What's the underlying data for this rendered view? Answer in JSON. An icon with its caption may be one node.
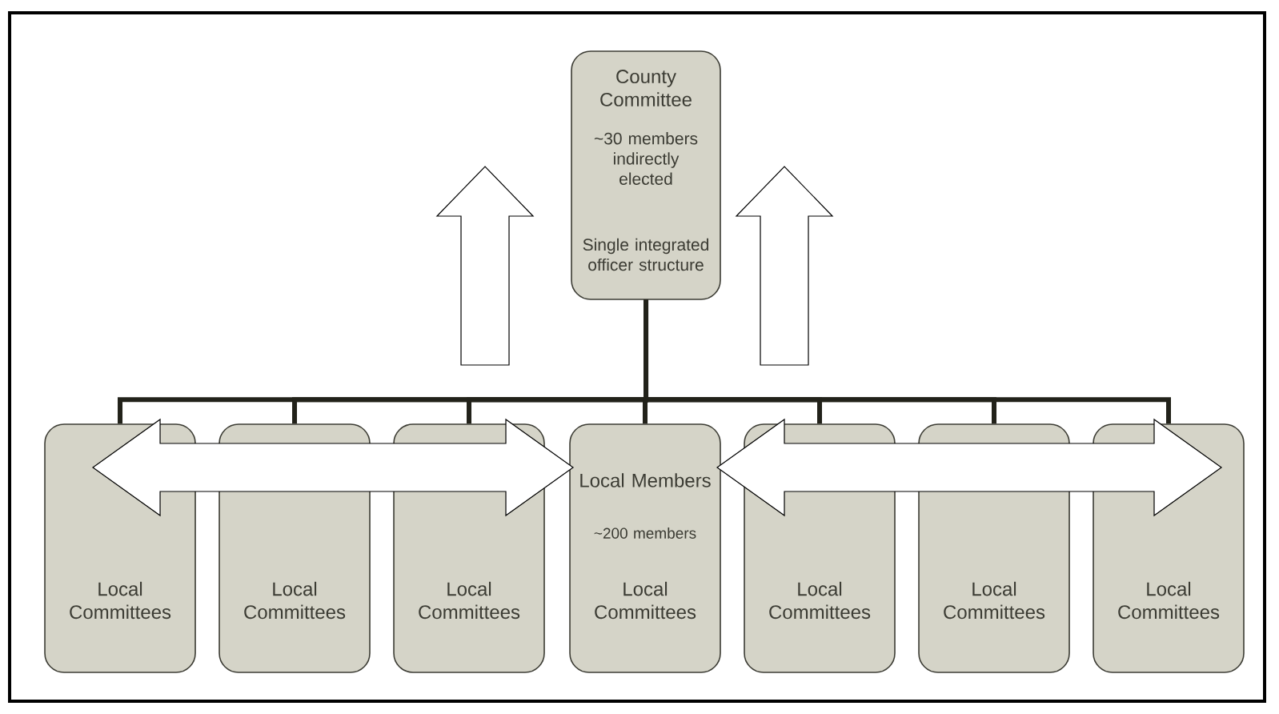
{
  "diagram": {
    "nodes": [
      {
        "text": [
          "County Committee",
          "~30 members indirectly elected",
          "Single integrated officer structure"
        ]
      },
      {
        "text": [
          "Local Committees"
        ]
      },
      {
        "text": [
          "Local Committees"
        ]
      },
      {
        "text": [
          "Local Committees"
        ]
      },
      {
        "text": [
          "Local Members",
          "~200 members",
          "Local Committees"
        ]
      },
      {
        "text": [
          "Local Committees"
        ]
      },
      {
        "text": [
          "Local Committees"
        ]
      },
      {
        "text": [
          "Local Committees"
        ]
      }
    ],
    "edges": [
      {
        "from": 0,
        "to": 1,
        "arrow": "none"
      },
      {
        "from": 0,
        "to": 2,
        "arrow": "none"
      },
      {
        "from": 0,
        "to": 3,
        "arrow": "none"
      },
      {
        "from": 0,
        "to": 4,
        "arrow": "none"
      },
      {
        "from": 0,
        "to": 5,
        "arrow": "none"
      },
      {
        "from": 0,
        "to": 6,
        "arrow": "none"
      },
      {
        "from": 0,
        "to": 7,
        "arrow": "none"
      },
      {
        "from": 1,
        "to": 4,
        "arrow": "both",
        "style": "thick"
      },
      {
        "from": 4,
        "to": 7,
        "arrow": "both",
        "style": "thick"
      }
    ]
  }
}
